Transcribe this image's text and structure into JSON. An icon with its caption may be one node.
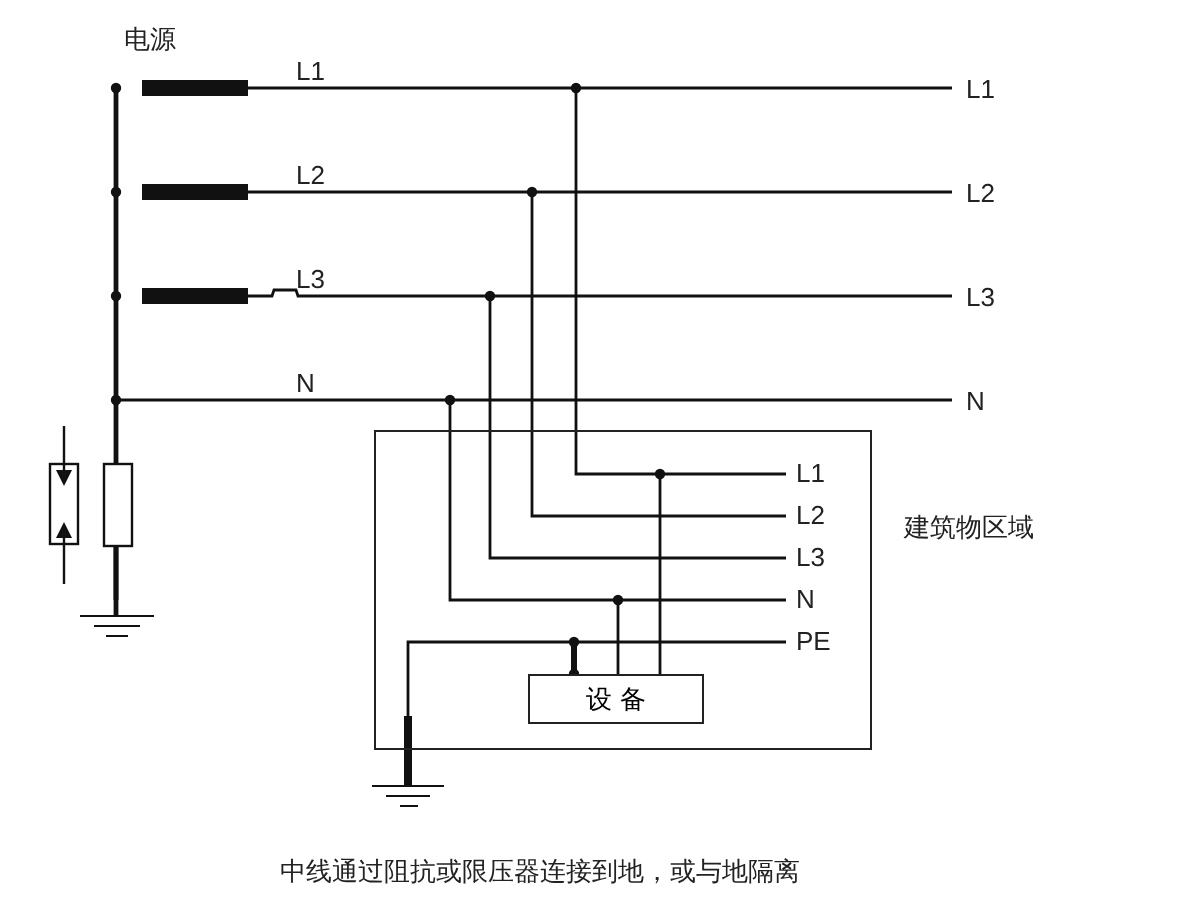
{
  "diagram": {
    "caption": "中线通过阻抗或限压器连接到地，或与地隔离",
    "nodes": [
      {
        "text": [
          "建筑物区域"
        ]
      },
      {
        "text": [
          "设 备"
        ],
        "in": 0
      }
    ],
    "labels": [
      "电源",
      "L1",
      "L1",
      "L2",
      "L2",
      "L3",
      "L3",
      "N",
      "N",
      "L1",
      "L2",
      "L3",
      "N",
      "PE"
    ]
  }
}
